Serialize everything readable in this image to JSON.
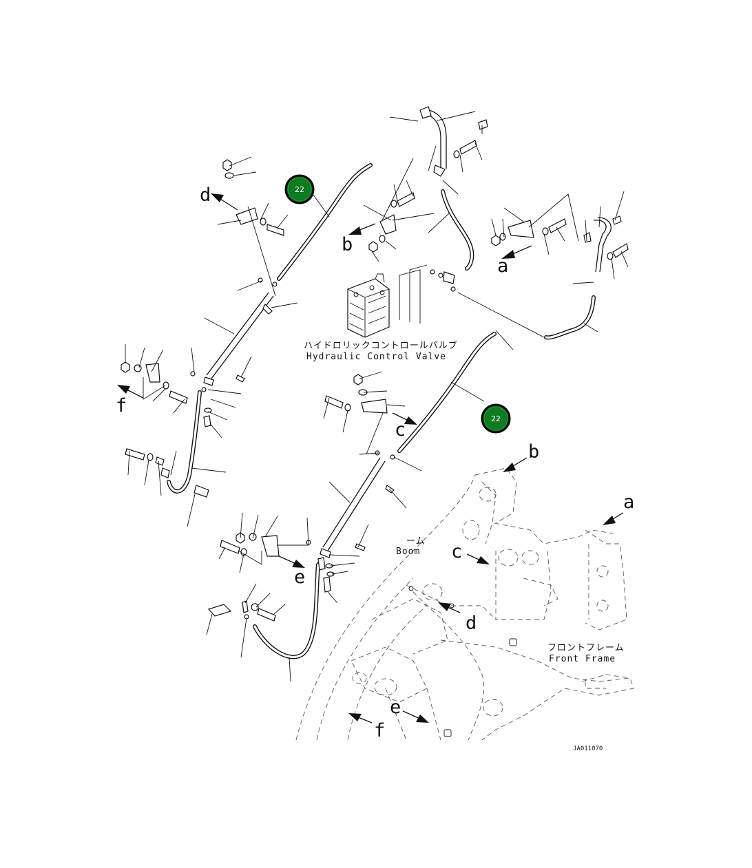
{
  "callouts": [
    {
      "number": "22"
    },
    {
      "number": "22"
    }
  ],
  "arrow_labels": {
    "a": "a",
    "b": "b",
    "c": "c",
    "d": "d",
    "e": "e",
    "f": "f"
  },
  "captions": {
    "valve_jp": "ハイドロリックコントロールバルブ",
    "valve_en": "Hydraulic Control Valve",
    "boom_jp": "ーム",
    "boom_en": "Boom",
    "frame_jp": "フロントフレーム",
    "frame_en": "Front Frame"
  },
  "drawing_code": "JA011070",
  "colors": {
    "callout_fill": "#0e7a22",
    "callout_ring": "#006b1a",
    "ink": "#111111"
  }
}
